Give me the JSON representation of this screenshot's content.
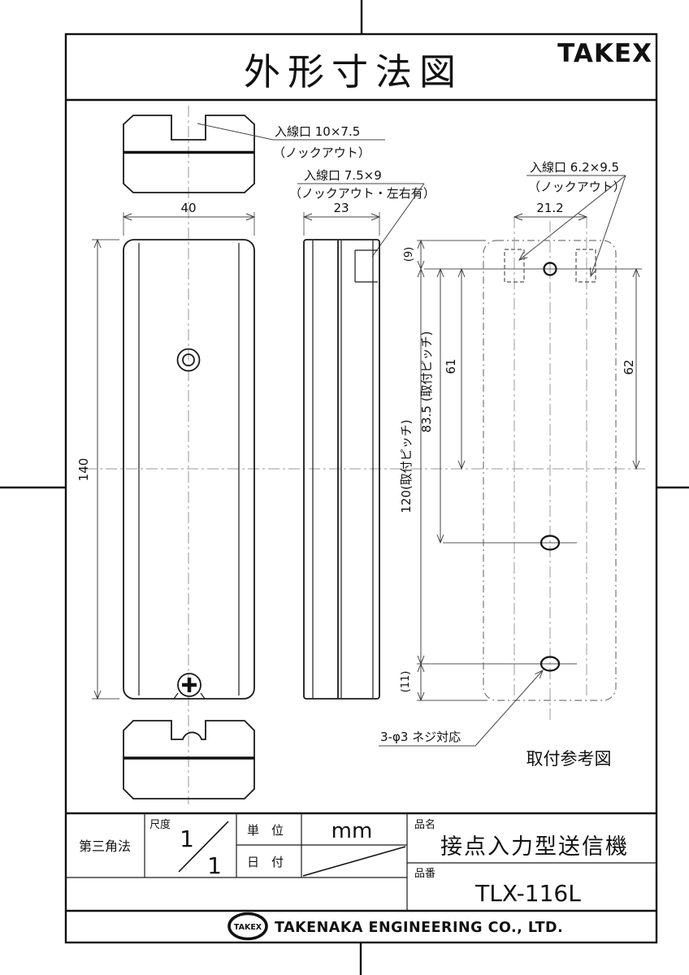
{
  "header": {
    "title": "外形寸法図",
    "brand": "TAKEX"
  },
  "annotations": {
    "inlet_top": {
      "line1": "入線口 10×7.5",
      "line2": "（ノックアウト）"
    },
    "inlet_side": {
      "line1": "入線口 7.5×9",
      "line2": "（ノックアウト・左右有）"
    },
    "inlet_back": {
      "line1": "入線口 6.2×9.5",
      "line2": "（ノックアウト）"
    },
    "screw_note": "3-φ3 ネジ対応",
    "mount_caption": "取付参考図"
  },
  "dims": {
    "width": "40",
    "depth": "23",
    "height": "140",
    "pitch_x": "21.2",
    "top_offset": "(9)",
    "left_61": "61",
    "right_62": "62",
    "pitch_835": "83.5 (取付ピッチ)",
    "pitch_120": "120(取付ピッチ)",
    "bottom_offset": "(11)"
  },
  "title_block": {
    "projection": "第三角法",
    "scale_label": "尺度",
    "scale_num": "1",
    "scale_den": "1",
    "unit_label": "単　位",
    "unit_value": "mm",
    "date_label": "日　付",
    "name_label": "品名",
    "name_value": "接点入力型送信機",
    "number_label": "品番",
    "number_value": "TLX-116L"
  },
  "footer": {
    "logo": "TAKEX",
    "company": "TAKENAKA ENGINEERING CO., LTD."
  }
}
